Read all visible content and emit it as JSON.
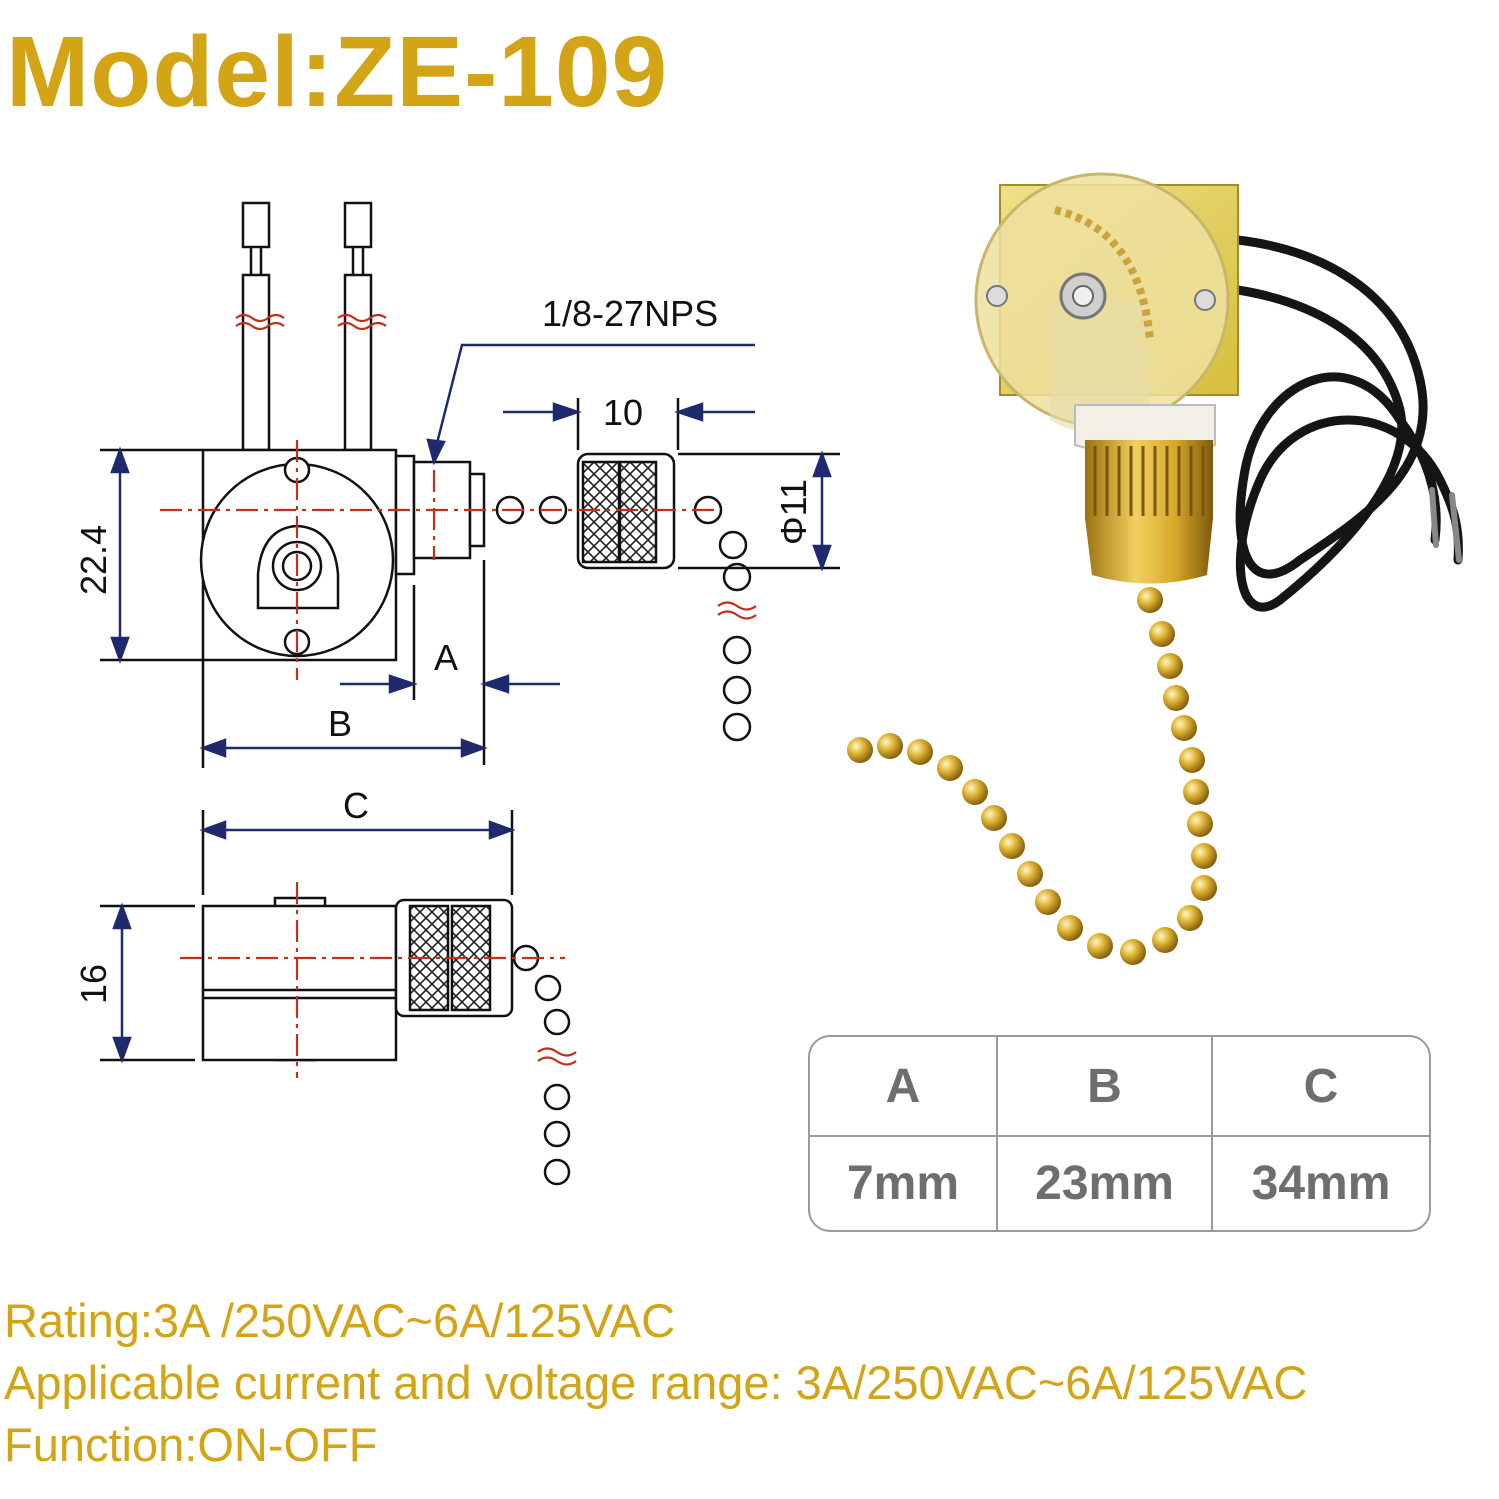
{
  "title": "Model:ZE-109",
  "drawing": {
    "thread_label": "1/8-27NPS",
    "dim_10": "10",
    "dim_phi11": "Φ11",
    "dim_22_4": "22.4",
    "dim_a": "A",
    "dim_b": "B",
    "dim_c": "C",
    "dim_16": "16"
  },
  "dimensions_table": {
    "headers": [
      "A",
      "B",
      "C"
    ],
    "values": [
      "7mm",
      "23mm",
      "34mm"
    ]
  },
  "specs": {
    "rating": "Rating:3A /250VAC~6A/125VAC",
    "range": "Applicable current and voltage range: 3A/250VAC~6A/125VAC",
    "function": "Function:ON-OFF"
  },
  "colors": {
    "accent": "#d3a416",
    "centerline": "#c0301c",
    "dimension_arrows": "#1f2a6e",
    "table_text": "#6e6e6e",
    "table_border": "#9a9a9a"
  }
}
